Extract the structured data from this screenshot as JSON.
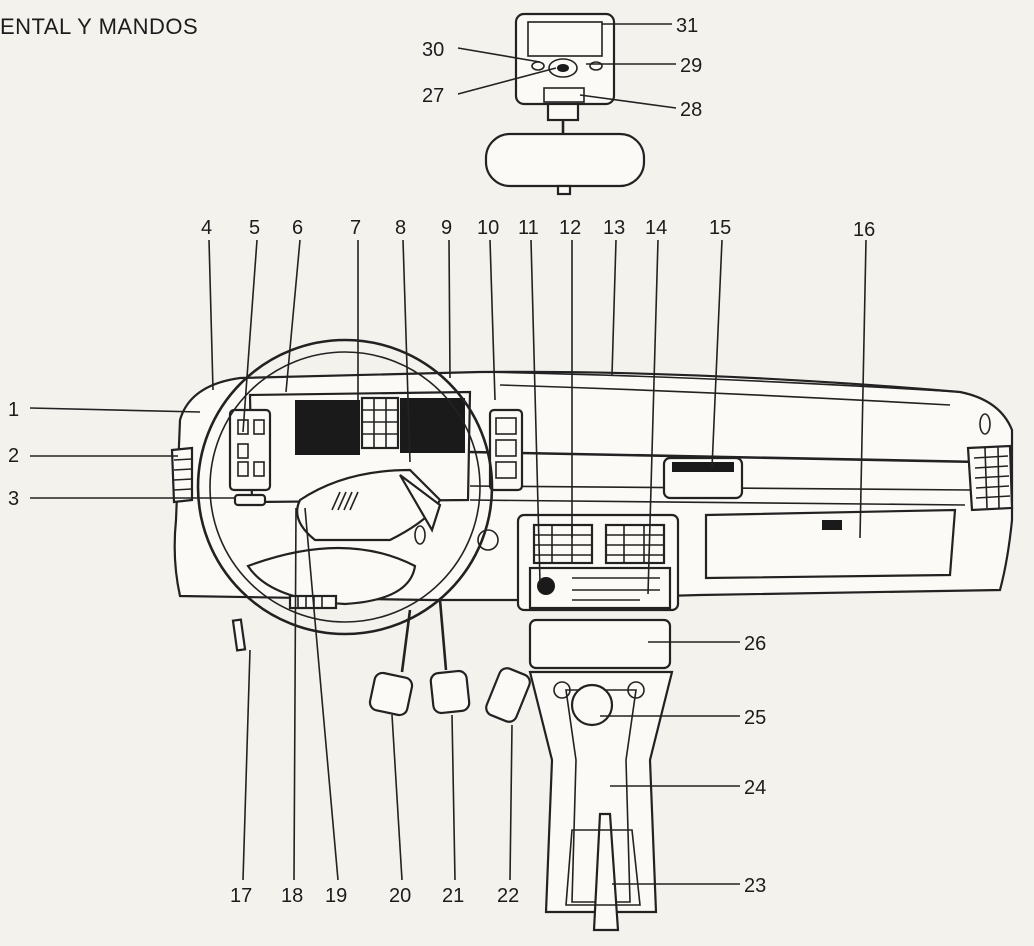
{
  "page": {
    "title": "ENTAL Y MANDOS"
  },
  "callouts": [
    "1",
    "2",
    "3",
    "4",
    "5",
    "6",
    "7",
    "8",
    "9",
    "10",
    "11",
    "12",
    "13",
    "14",
    "15",
    "16",
    "17",
    "18",
    "19",
    "20",
    "21",
    "22",
    "23",
    "24",
    "25",
    "26",
    "27",
    "28",
    "29",
    "30",
    "31"
  ]
}
